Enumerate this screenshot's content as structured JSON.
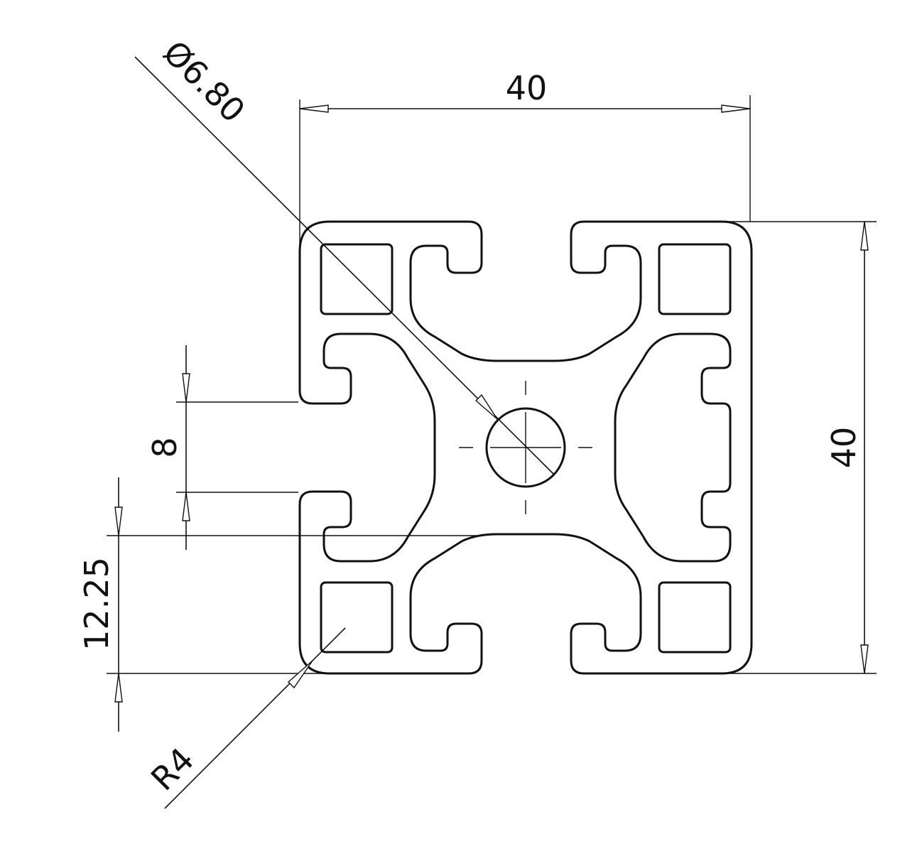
{
  "drawing": {
    "title": "",
    "colors": {
      "line": "#111111",
      "background": "#ffffff"
    },
    "dimensions": {
      "width": "40",
      "height": "40",
      "bore_diameter": "Ø6.80",
      "slot_width": "8",
      "slot_offset": "12.25",
      "corner_radius": "R4"
    }
  }
}
